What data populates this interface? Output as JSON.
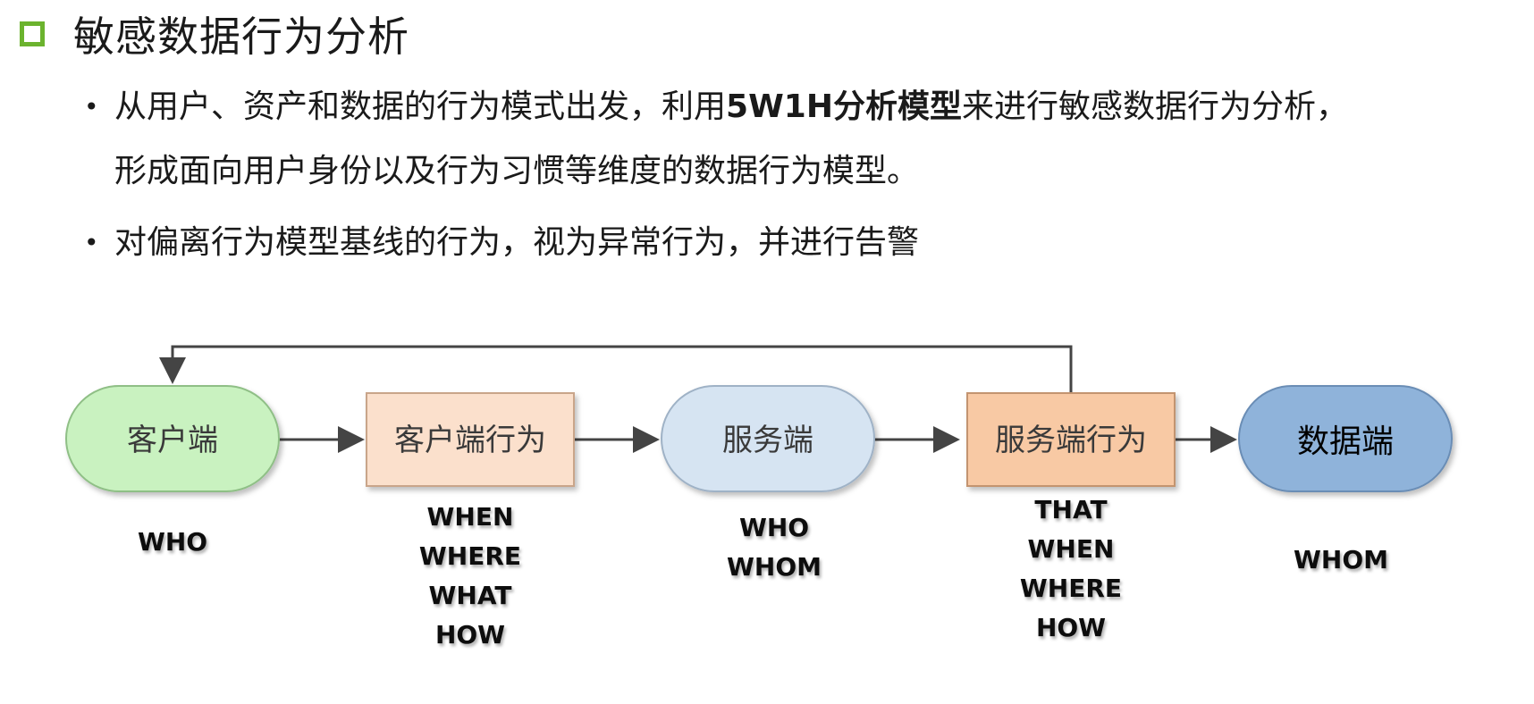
{
  "title": "敏感数据行为分析",
  "bullets": [
    {
      "line1_pre": "从用户、资产和数据的行为模式出发，利用",
      "line1_bold": "5W1H分析模型",
      "line1_post": "来进行敏感数据行为分析，",
      "line2": "形成面向用户身份以及行为习惯等维度的数据行为模型。"
    },
    {
      "line1": "对偏离行为模型基线的行为，视为异常行为，并进行告警"
    }
  ],
  "bullet_marker": "•",
  "diagram": {
    "nodes": [
      {
        "label": "客户端",
        "shape": "rounded",
        "fill": "#c9f2c0",
        "stroke": "#8fbf86",
        "w_labels": [
          "WHO"
        ]
      },
      {
        "label": "客户端行为",
        "shape": "rect",
        "fill": "#fbe0cc",
        "stroke": "#c9a58a",
        "w_labels": [
          "WHEN",
          "WHERE",
          "WHAT",
          "HOW"
        ]
      },
      {
        "label": "服务端",
        "shape": "rounded",
        "fill": "#d6e4f2",
        "stroke": "#9fb2c6",
        "w_labels": [
          "WHO",
          "WHOM"
        ]
      },
      {
        "label": "服务端行为",
        "shape": "rect",
        "fill": "#f8c9a4",
        "stroke": "#c39470",
        "w_labels": [
          "THAT",
          "WHEN",
          "WHERE",
          "HOW"
        ]
      },
      {
        "label": "数据端",
        "shape": "rounded",
        "fill": "#8fb3da",
        "stroke": "#6a8db5",
        "w_labels": [
          "WHOM"
        ]
      }
    ],
    "feedback": {
      "from": "服务端行为",
      "to": "客户端"
    },
    "arrow_color": "#444444",
    "accent": "#6bb32e"
  }
}
